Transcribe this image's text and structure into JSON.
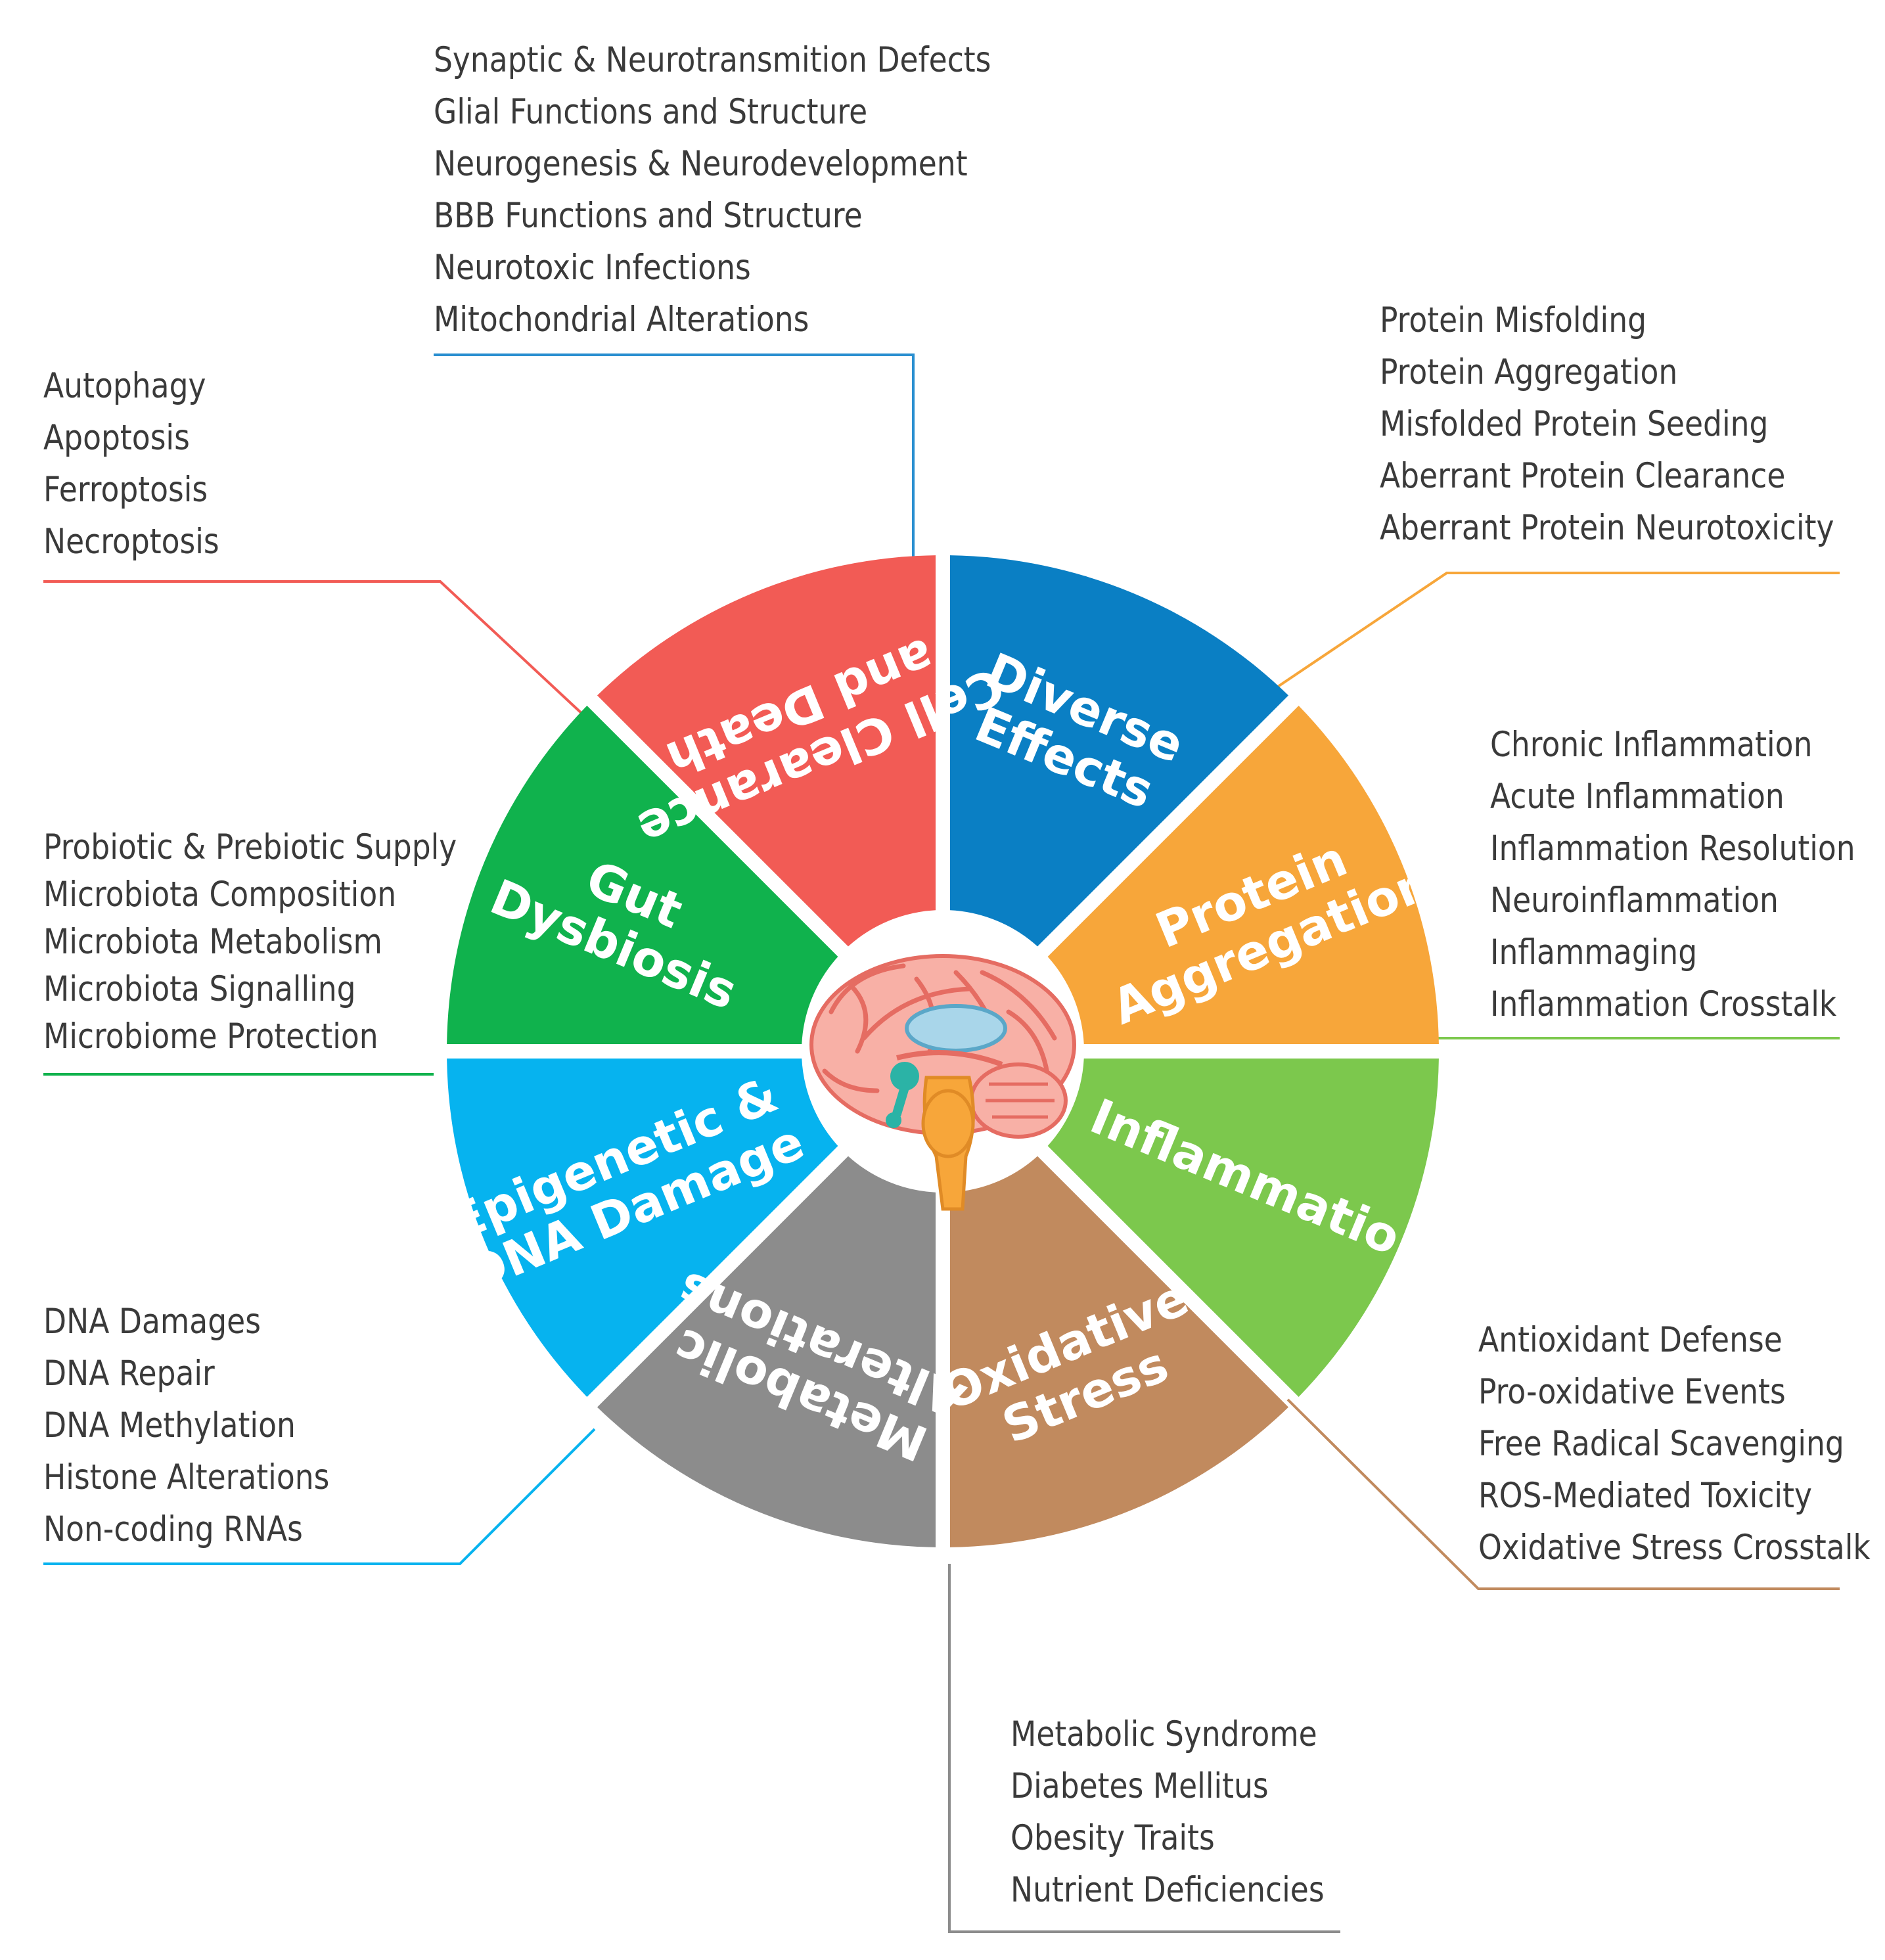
{
  "segments": [
    {
      "key": "diverse",
      "label_lines": [
        "Diverse",
        "Effects"
      ],
      "color": "#0a7fc4"
    },
    {
      "key": "protein",
      "label_lines": [
        "Protein",
        "Aggregation"
      ],
      "color": "#f7a63a"
    },
    {
      "key": "inflammation",
      "label_lines": [
        "Inflammation"
      ],
      "color": "#7cc84d"
    },
    {
      "key": "oxidative",
      "label_lines": [
        "Oxidative",
        "Stress"
      ],
      "color": "#c18a5e"
    },
    {
      "key": "metabolic",
      "label_lines": [
        "Metabolic",
        "Alterations"
      ],
      "color": "#8c8c8c"
    },
    {
      "key": "epigenetic",
      "label_lines": [
        "Epigenetic &",
        "DNA Damage"
      ],
      "color": "#06b3ef"
    },
    {
      "key": "gut",
      "label_lines": [
        "Gut",
        "Dysbiosis"
      ],
      "color": "#10b24d"
    },
    {
      "key": "cell",
      "label_lines": [
        "Cell Clearance",
        "and Death"
      ],
      "color": "#f25b55"
    }
  ],
  "lists": {
    "diverse": [
      "Synaptic & Neurotransmition Defects",
      "Glial Functions and Structure",
      "Neurogenesis & Neurodevelopment",
      "BBB Functions and Structure",
      "Neurotoxic Infections",
      "Mitochondrial Alterations"
    ],
    "protein": [
      "Protein Misfolding",
      "Protein Aggregation",
      "Misfolded Protein Seeding",
      "Aberrant Protein Clearance",
      "Aberrant Protein Neurotoxicity"
    ],
    "inflammation": [
      "Chronic Inflammation",
      "Acute Inflammation",
      "Inflammation Resolution",
      "Neuroinflammation",
      "Inflammaging",
      "Inflammation Crosstalk"
    ],
    "oxidative": [
      "Antioxidant Defense",
      "Pro-oxidative Events",
      "Free Radical Scavenging",
      "ROS-Mediated Toxicity",
      "Oxidative Stress Crosstalk"
    ],
    "metabolic": [
      "Metabolic Syndrome",
      "Diabetes Mellitus",
      "Obesity Traits",
      "Nutrient Deficiencies"
    ],
    "epigenetic": [
      "DNA Damages",
      "DNA Repair",
      "DNA Methylation",
      "Histone Alterations",
      "Non-coding RNAs"
    ],
    "gut": [
      "Probiotic & Prebiotic Supply",
      "Microbiota Composition",
      "Microbiota Metabolism",
      "Microbiota Signalling",
      "Microbiome Protection"
    ],
    "cell": [
      "Autophagy",
      "Apoptosis",
      "Ferroptosis",
      "Necroptosis"
    ]
  },
  "icons": {
    "center": "brain-icon"
  }
}
